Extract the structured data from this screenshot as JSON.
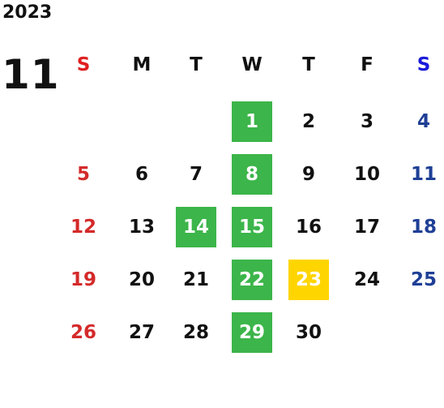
{
  "year": "2023",
  "month": "11",
  "weekdays": [
    "S",
    "M",
    "T",
    "W",
    "T",
    "F",
    "S"
  ],
  "weekday_colors": [
    "#e02020",
    "#111111",
    "#111111",
    "#111111",
    "#111111",
    "#111111",
    "#1a1adc"
  ],
  "colors": {
    "sunday": "#d42a2a",
    "saturday": "#1f3f96",
    "weekday": "#111111",
    "highlight_green": "#3cb54a",
    "highlight_yellow": "#ffd500",
    "highlight_text": "#ffffff"
  },
  "weeks": [
    [
      {
        "d": ""
      },
      {
        "d": ""
      },
      {
        "d": ""
      },
      {
        "d": "1",
        "hl": "green"
      },
      {
        "d": "2"
      },
      {
        "d": "3"
      },
      {
        "d": "4"
      }
    ],
    [
      {
        "d": "5"
      },
      {
        "d": "6"
      },
      {
        "d": "7"
      },
      {
        "d": "8",
        "hl": "green"
      },
      {
        "d": "9"
      },
      {
        "d": "10"
      },
      {
        "d": "11"
      }
    ],
    [
      {
        "d": "12"
      },
      {
        "d": "13"
      },
      {
        "d": "14",
        "hl": "green"
      },
      {
        "d": "15",
        "hl": "green"
      },
      {
        "d": "16"
      },
      {
        "d": "17"
      },
      {
        "d": "18"
      }
    ],
    [
      {
        "d": "19"
      },
      {
        "d": "20"
      },
      {
        "d": "21"
      },
      {
        "d": "22",
        "hl": "green"
      },
      {
        "d": "23",
        "hl": "yellow"
      },
      {
        "d": "24"
      },
      {
        "d": "25"
      }
    ],
    [
      {
        "d": "26"
      },
      {
        "d": "27"
      },
      {
        "d": "28"
      },
      {
        "d": "29",
        "hl": "green"
      },
      {
        "d": "30"
      },
      {
        "d": ""
      },
      {
        "d": ""
      }
    ]
  ]
}
